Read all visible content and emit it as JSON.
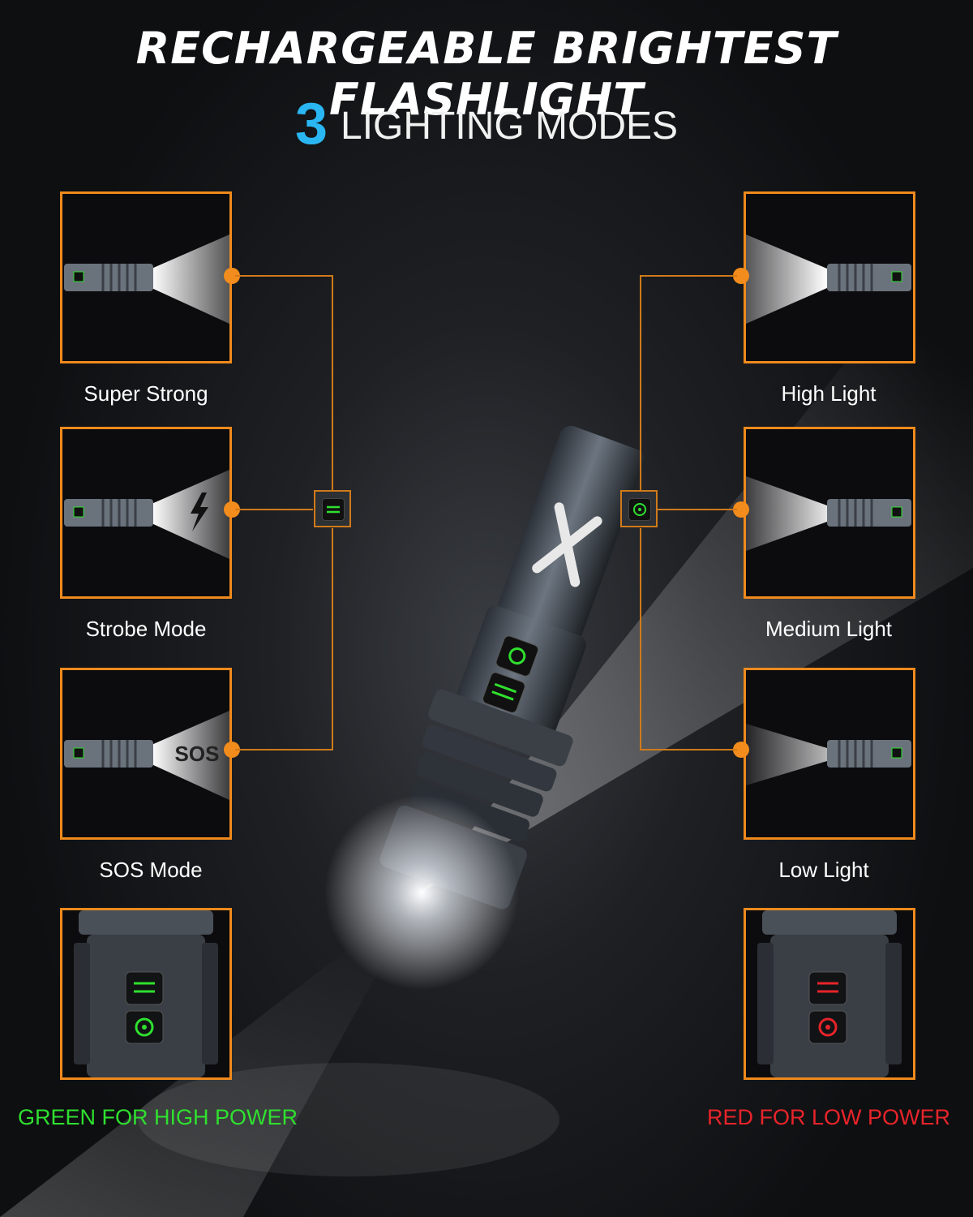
{
  "header": {
    "title": "RECHARGEABLE BRIGHTEST FLASHLIGHT",
    "mode_count": "3",
    "subtitle": "LIGHTING MODES"
  },
  "left_modes": [
    {
      "label": "Super Strong"
    },
    {
      "label": "Strobe Mode"
    },
    {
      "label": "SOS Mode",
      "panel_text": "SOS"
    }
  ],
  "right_modes": [
    {
      "label": "High Light"
    },
    {
      "label": "Medium Light"
    },
    {
      "label": "Low Light"
    }
  ],
  "power": {
    "high_label": "GREEN FOR HIGH POWER",
    "high_color": "#2fe02f",
    "low_label": "RED FOR LOW POWER",
    "low_color": "#e8242a"
  },
  "colors": {
    "accent": "#f08a1c",
    "mode_count": "#2ab6f2"
  }
}
